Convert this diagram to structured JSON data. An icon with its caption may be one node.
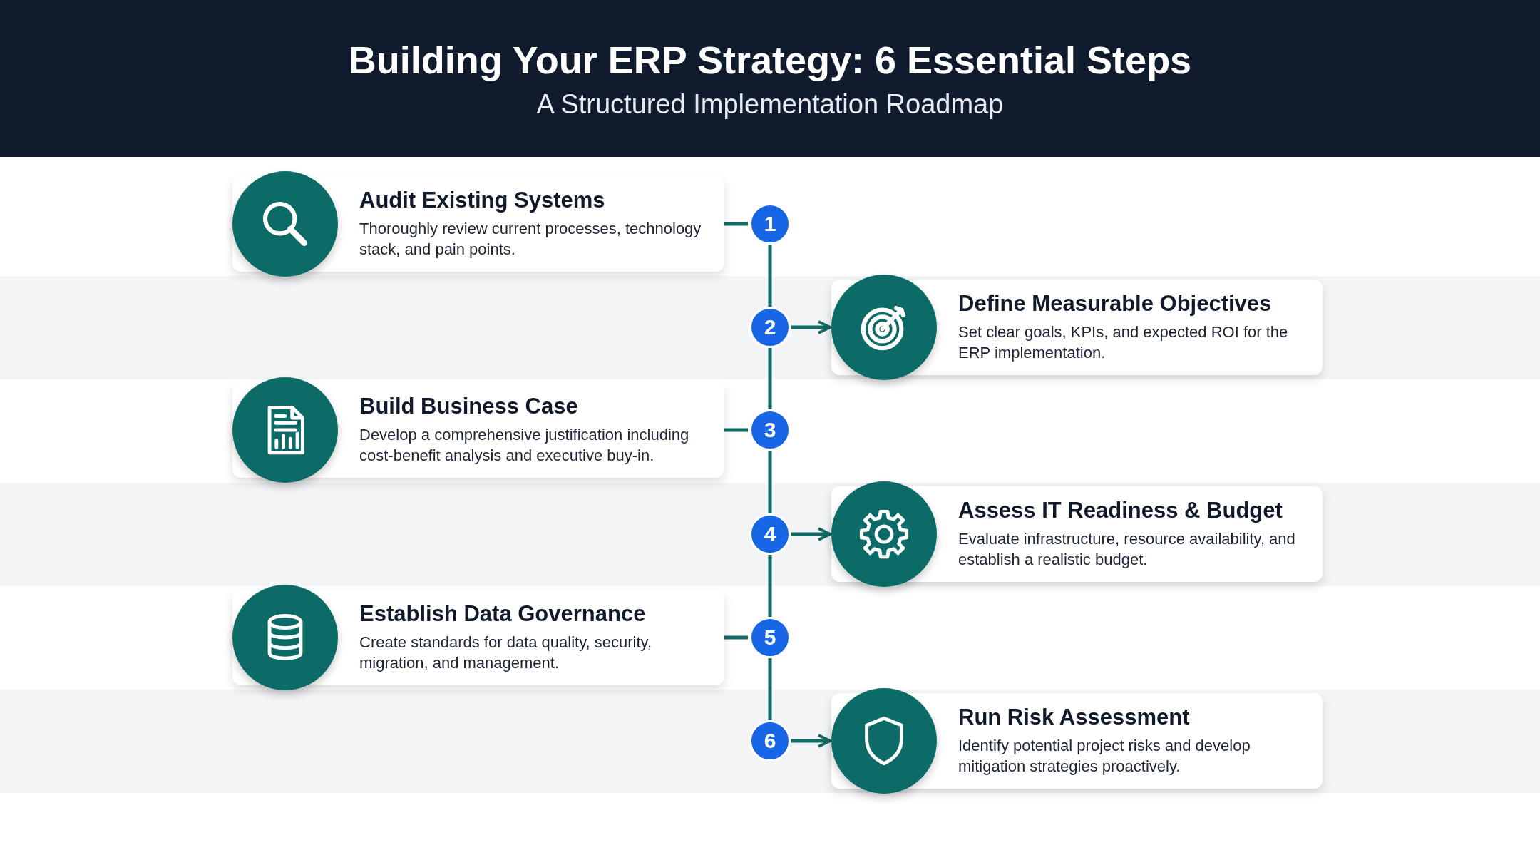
{
  "diagram": {
    "title": "Building Your ERP Strategy: 6 Essential Steps",
    "caption": "A Structured Implementation Roadmap",
    "nodes": [
      {
        "text": [
          "Audit Existing Systems",
          "Thoroughly review current processes, technology stack, and pain points."
        ]
      },
      {
        "text": [
          "1"
        ]
      },
      {
        "text": [
          "2"
        ]
      },
      {
        "text": [
          "Define Measurable Objectives",
          "Set clear goals, KPIs, and expected ROI for the ERP implementation."
        ]
      },
      {
        "text": [
          "Build Business Case",
          "Develop a comprehensive justification including cost-benefit analysis and executive buy-in."
        ]
      },
      {
        "text": [
          "3"
        ]
      },
      {
        "text": [
          "4"
        ]
      },
      {
        "text": [
          "Assess IT Readiness & Budget",
          "Evaluate infrastructure, resource availability, and establish a realistic budget."
        ]
      },
      {
        "text": [
          "Establish Data Governance",
          "Create standards for data quality, security, migration, and management."
        ]
      },
      {
        "text": [
          "5"
        ]
      },
      {
        "text": [
          "6"
        ]
      },
      {
        "text": [
          "Run Risk Assessment",
          "Identify potential project risks and develop mitigation strategies proactively."
        ]
      }
    ],
    "edges": [
      {
        "from": 0,
        "to": 1,
        "arrow": "none"
      },
      {
        "from": 1,
        "to": 2,
        "arrow": "none"
      },
      {
        "from": 2,
        "to": 3,
        "arrow": "to"
      },
      {
        "from": 4,
        "to": 5,
        "arrow": "none"
      },
      {
        "from": 2,
        "to": 5,
        "arrow": "none"
      },
      {
        "from": 5,
        "to": 6,
        "arrow": "none"
      },
      {
        "from": 6,
        "to": 7,
        "arrow": "to"
      },
      {
        "from": 8,
        "to": 9,
        "arrow": "none"
      },
      {
        "from": 6,
        "to": 9,
        "arrow": "none"
      },
      {
        "from": 9,
        "to": 10,
        "arrow": "none"
      },
      {
        "from": 10,
        "to": 11,
        "arrow": "to"
      }
    ]
  }
}
